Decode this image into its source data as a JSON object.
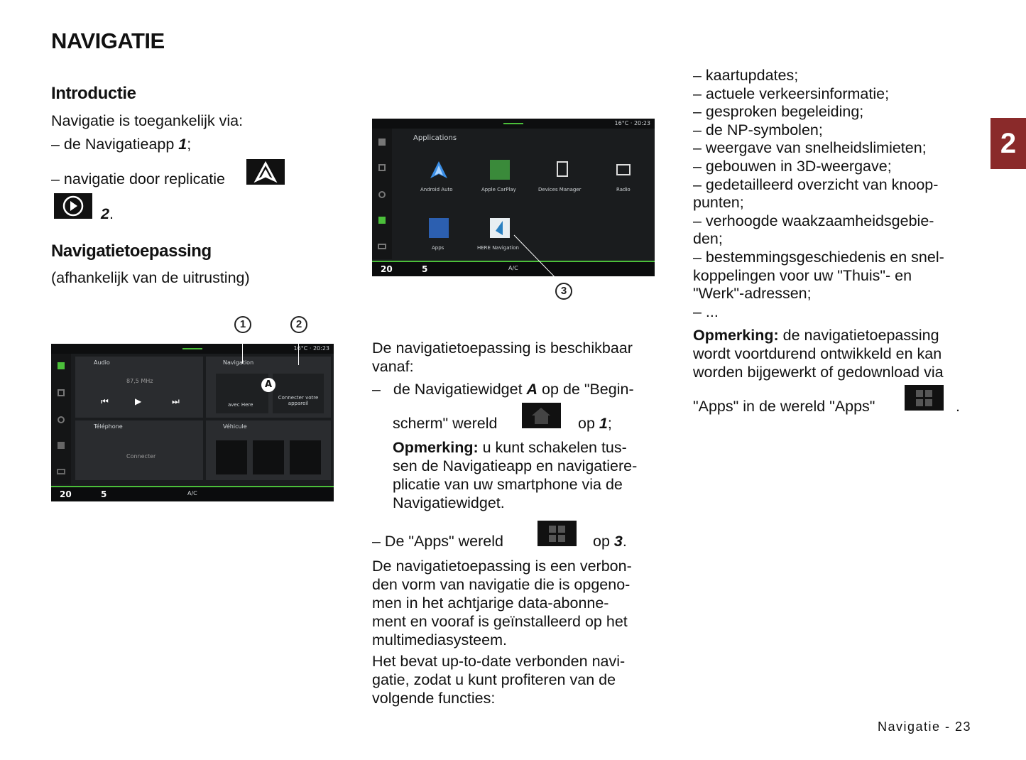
{
  "page": {
    "title": "NAVIGATIE",
    "chapter_tab": "2",
    "footer": "Navigatie - 23"
  },
  "intro": {
    "heading": "Introductie",
    "line1": "Navigatie is toegankelijk via:",
    "item1_prefix": "– de Navigatieapp ",
    "item1_ref": "1",
    "item1_suffix": ";",
    "item2_prefix": "– navigatie door replicatie",
    "item2_ref": "2",
    "item2_suffix": "."
  },
  "navapp": {
    "heading": "Navigatietoepassing",
    "subtitle": "(afhankelijk van de uitrusting)"
  },
  "screen1": {
    "clock": "16°C · 20:23",
    "audio": "Audio",
    "freq": "87,5 MHz",
    "navigation": "Navigation",
    "avec_here": "avec Here",
    "connecter_appareil": "Connecter votre appareil",
    "telephone": "Téléphone",
    "connecter": "Connecter",
    "vehicule": "Véhicule",
    "temp_left": "20",
    "fan": "5",
    "ac": "A/C",
    "marker_a": "A",
    "callout1": "1",
    "callout2": "2"
  },
  "screen2": {
    "clock": "16°C · 20:23",
    "title": "Applications",
    "apps": [
      "Android Auto",
      "Apple CarPlay",
      "Devices Manager",
      "Radio",
      "Apps",
      "HERE Navigation"
    ],
    "temp_left": "20",
    "fan": "5",
    "ac": "A/C",
    "callout3": "3"
  },
  "middle": {
    "p1": "De navigatietoepassing is beschikbaar vanaf:",
    "item1_prefix": "– ",
    "item1_a": "de Navigatiewidget ",
    "item1_ref": "A",
    "item1_b": " op de \"Begin-",
    "item1_c": "scherm\" wereld",
    "item1_d": "op ",
    "item1_ref2": "1",
    "item1_e": ";",
    "note_label": "Opmerking:",
    "note_text_1": " u kunt schakelen tus-",
    "note_text_2": "sen de Navigatieapp en navigatiere-",
    "note_text_3": "plicatie van uw smartphone via de",
    "note_text_4": "Navigatiewidget.",
    "item2_a": "–  De \"Apps\" wereld",
    "item2_b": "op ",
    "item2_ref": "3",
    "item2_c": ".",
    "p2_1": "De navigatietoepassing is een verbon-",
    "p2_2": "den vorm van navigatie die is opgeno-",
    "p2_3": "men in het achtjarige data-abonne-",
    "p2_4": "ment en vooraf is geïnstalleerd op het",
    "p2_5": "multimediasysteem.",
    "p3_1": "Het bevat up-to-date verbonden navi-",
    "p3_2": "gatie, zodat u kunt profiteren van de",
    "p3_3": "volgende functies:"
  },
  "right": {
    "lines": [
      "– kaartupdates;",
      "– actuele verkeersinformatie;",
      "– gesproken begeleiding;",
      "– de NP-symbolen;",
      "– weergave van snelheidslimieten;",
      "– gebouwen in 3D-weergave;",
      "– gedetailleerd overzicht van knoop-",
      "punten;",
      "– verhoogde waakzaamheidsgebie-",
      "den;",
      "– bestemmingsgeschiedenis en snel-",
      "koppelingen voor uw \"Thuis\"- en",
      "\"Werk\"-adressen;",
      "– ..."
    ],
    "note_label": "Opmerking:",
    "note_1": " de navigatietoepassing",
    "note_2": "wordt voortdurend ontwikkeld en kan",
    "note_3": "worden bijgewerkt of gedownload via",
    "note_4": "\"Apps\" in de wereld \"Apps\"",
    "note_end": "."
  },
  "colors": {
    "chapter_tab": "#8a2a2a",
    "screen_accent": "#4bbf3a"
  }
}
